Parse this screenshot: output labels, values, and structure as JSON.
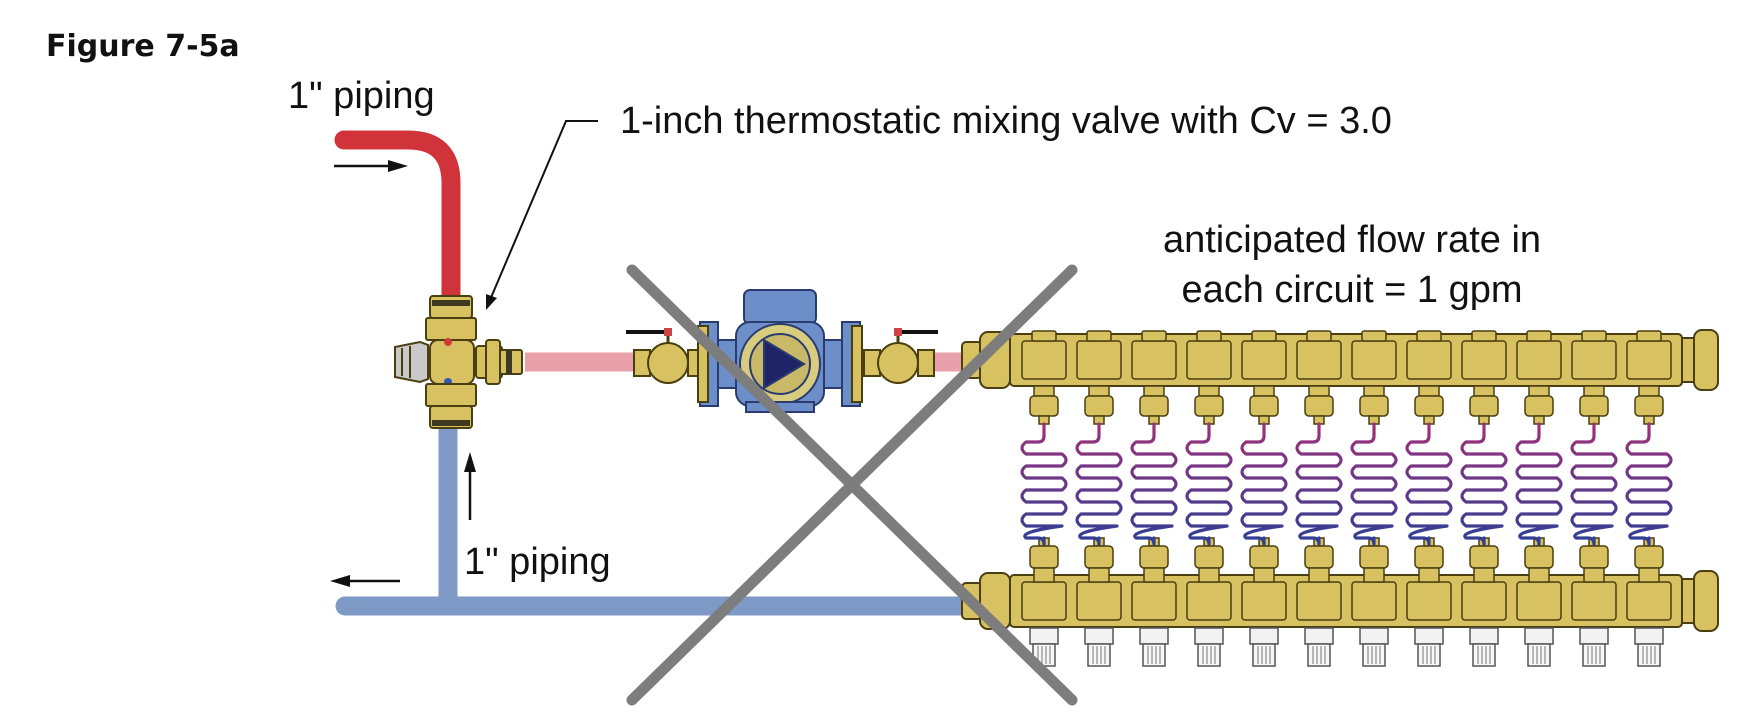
{
  "figure": {
    "title": "Figure 7-5a"
  },
  "labels": {
    "supply_pipe": "1\" piping",
    "return_pipe": "1\" piping",
    "mixing_valve": "1-inch thermostatic mixing valve with Cv = 3.0",
    "flow_rate_line1": "anticipated flow rate in",
    "flow_rate_line2": "each circuit = 1 gpm"
  },
  "diagram": {
    "circuit_count": 12,
    "crossed_out": true
  },
  "colors": {
    "hot_pipe": "#d0343a",
    "mixed_pipe": "#e8a0aa",
    "cold_pipe": "#7e99c6",
    "brass": "#d7c160",
    "brass_stroke": "#4a3f10",
    "pump_body": "#6d8fc9",
    "pump_rotor": "#1f2466",
    "cross": "#7d7d7d"
  },
  "icons": {
    "pump": "circulator-pump-icon",
    "valve": "thermostatic-mixing-valve-icon",
    "ball_valve": "ball-valve-icon",
    "manifold": "manifold-icon",
    "arrow": "flow-arrow-icon",
    "cross": "cross-out-icon"
  }
}
